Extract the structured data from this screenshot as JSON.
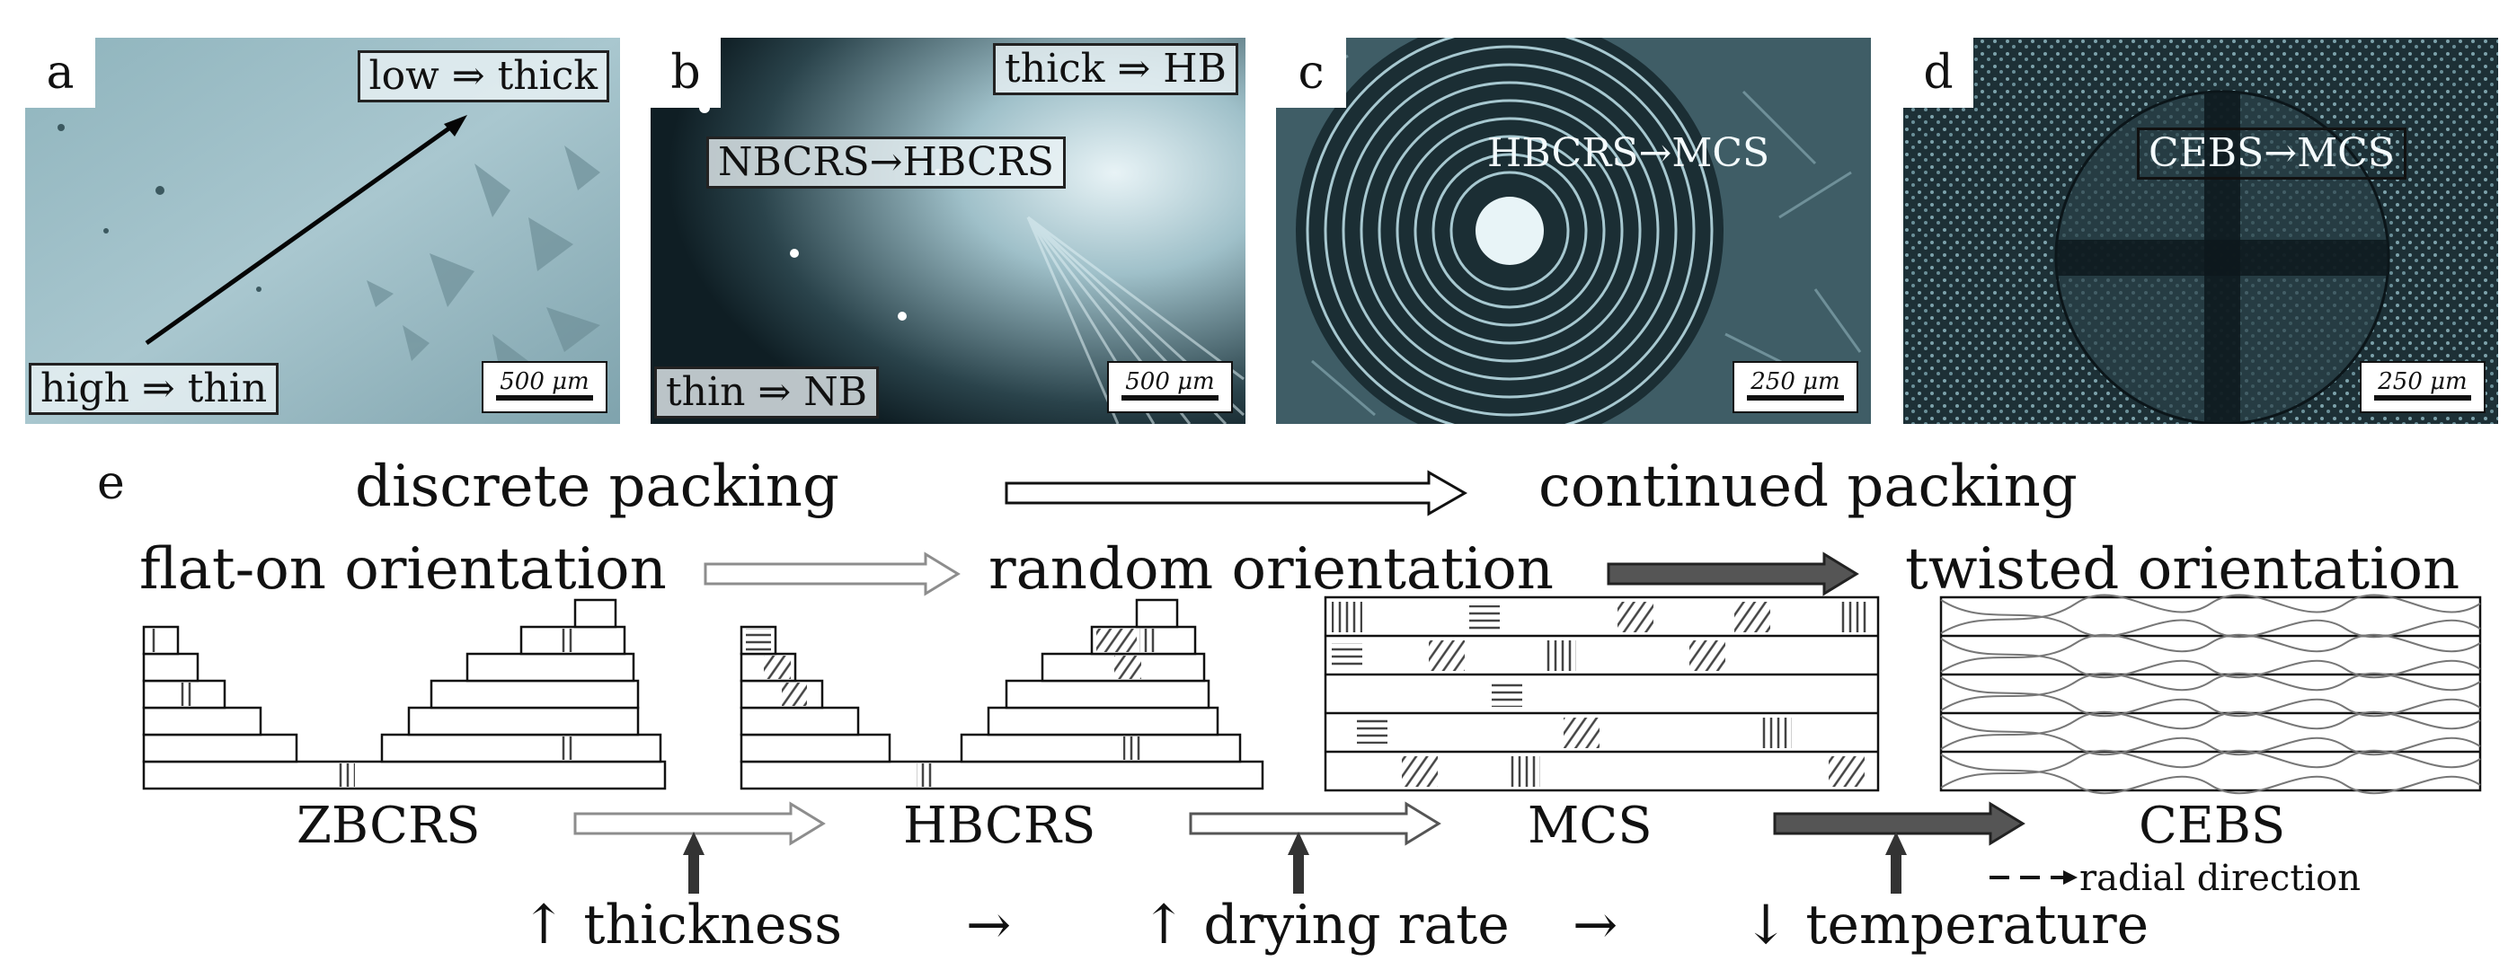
{
  "panels": {
    "a": {
      "letter": "a",
      "top_label": "low ⇒ thick",
      "bottom_label": "high ⇒ thin",
      "scale": "500 μm"
    },
    "b": {
      "letter": "b",
      "top_label": "thick ⇒ HB",
      "mid_label": "NBCRS→HBCRS",
      "bottom_label": "thin ⇒ NB",
      "scale": "500 μm"
    },
    "c": {
      "letter": "c",
      "mid_label": "HBCRS→MCS",
      "scale": "250 μm"
    },
    "d": {
      "letter": "d",
      "mid_label": "CEBS→MCS",
      "scale": "250 μm"
    }
  },
  "schematic": {
    "letter": "e",
    "packing": {
      "left": "discrete packing",
      "right": "continued packing"
    },
    "orientation": {
      "first": "flat-on orientation",
      "second": "random orientation",
      "third": "twisted orientation"
    },
    "structures": [
      "ZBCRS",
      "HBCRS",
      "MCS",
      "CEBS"
    ],
    "radial_legend": "radial direction",
    "factors": {
      "thickness": "↑ thickness",
      "drying_rate": "↑ drying rate",
      "temperature": "↓ temperature",
      "arrow": "→"
    }
  },
  "colors": {
    "micrograph_light": "#a9c7cf",
    "micrograph_dark": "#0f1e24",
    "arrow_open": "#9a9a9a",
    "arrow_solid": "#555555"
  }
}
